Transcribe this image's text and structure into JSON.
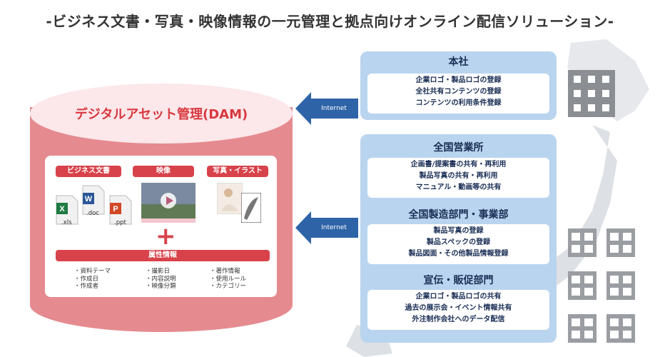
{
  "title": "-ビジネス文書・写真・映像情報の一元管理と拠点向けオンライン配信ソリューション-",
  "dam": {
    "title": "デジタルアセット管理(DAM)",
    "categories": [
      "ビジネス文書",
      "映像",
      "写真・イラスト"
    ],
    "file_labels": [
      ".xls",
      ".doc",
      ".ppt"
    ],
    "attribute_label": "属性情報",
    "attribute_columns": [
      [
        "・資料テーマ",
        "・作成日",
        "・作成者"
      ],
      [
        "・撮影日",
        "・内容説明",
        "・映像分類"
      ],
      [
        "・著作情報",
        "・使用ルール",
        "・カテゴリー"
      ]
    ],
    "plus": "+"
  },
  "connections": [
    {
      "label": "Internet"
    },
    {
      "label": "Internet"
    }
  ],
  "locations": [
    {
      "name": "本社",
      "items": [
        "企業ロゴ・製品ロゴの登録",
        "全社共有コンテンツの登録",
        "コンテンツの利用条件登録"
      ]
    },
    {
      "name": "全国営業所",
      "items": [
        "企画書/提案書の共有・再利用",
        "製品写真の共有・再利用",
        "マニュアル・動画等の共有"
      ]
    },
    {
      "name": "全国製造部門・事業部",
      "items": [
        "製品写真の登録",
        "製品スペックの登録",
        "製品図面・その他製品情報登録"
      ]
    },
    {
      "name": "宣伝・販促部門",
      "items": [
        "企業ロゴ・製品ロゴの共有",
        "過去の展示会・イベント情報共有",
        "外注制作会社へのデータ配信"
      ]
    }
  ],
  "colors": {
    "dam_red": "#d8424a",
    "panel_blue": "#b9d4ef",
    "internet_blue": "#2e63a8"
  }
}
